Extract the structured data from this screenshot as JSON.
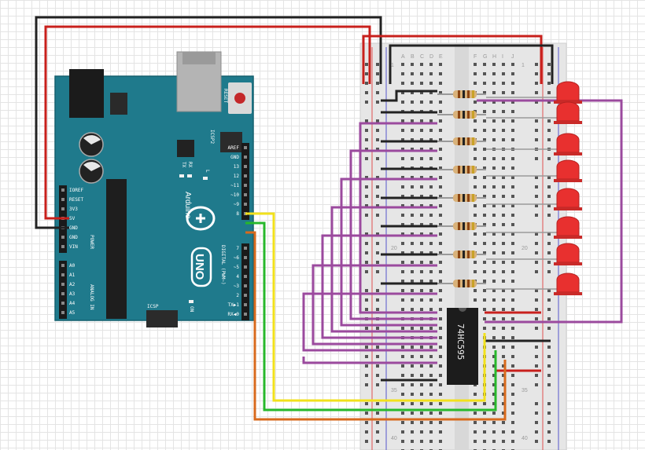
{
  "arduino": {
    "brand": "Arduino",
    "model": "UNO",
    "reset_label": "RESET",
    "icsp2_label": "ICSP2",
    "icsp_label": "ICSP",
    "tx_label": "TX",
    "rx_label": "RX",
    "l_label": "L",
    "on_label": "ON",
    "power_label": "POWER",
    "analog_label": "ANALOG IN",
    "digital_label": "DIGITAL (PWM~)",
    "power_pins": [
      "IOREF",
      "RESET",
      "3V3",
      "5V",
      "GND",
      "GND",
      "VIN"
    ],
    "analog_pins": [
      "A0",
      "A1",
      "A2",
      "A3",
      "A4",
      "A5"
    ],
    "digital_top": [
      "AREF",
      "GND",
      "13",
      "12",
      "~11",
      "~10",
      "~9",
      "8"
    ],
    "digital_bottom": [
      "7",
      "~6",
      "~5",
      "4",
      "~3",
      "2",
      "TX▶1",
      "RX◀0"
    ]
  },
  "breadboard": {
    "columns_left": [
      "A",
      "B",
      "C",
      "D",
      "E"
    ],
    "columns_right": [
      "F",
      "G",
      "H",
      "I",
      "J"
    ],
    "row_numbers": [
      "1",
      "20",
      "35",
      "40"
    ]
  },
  "chip": {
    "label": "74HC595"
  },
  "leds": {
    "count": 8,
    "color": "#e8302f"
  },
  "wire_colors": {
    "red": "#c8201c",
    "black": "#222222",
    "purple": "#9b4a9e",
    "yellow": "#f2e11b",
    "green": "#27b82b",
    "orange": "#d86a1d"
  }
}
